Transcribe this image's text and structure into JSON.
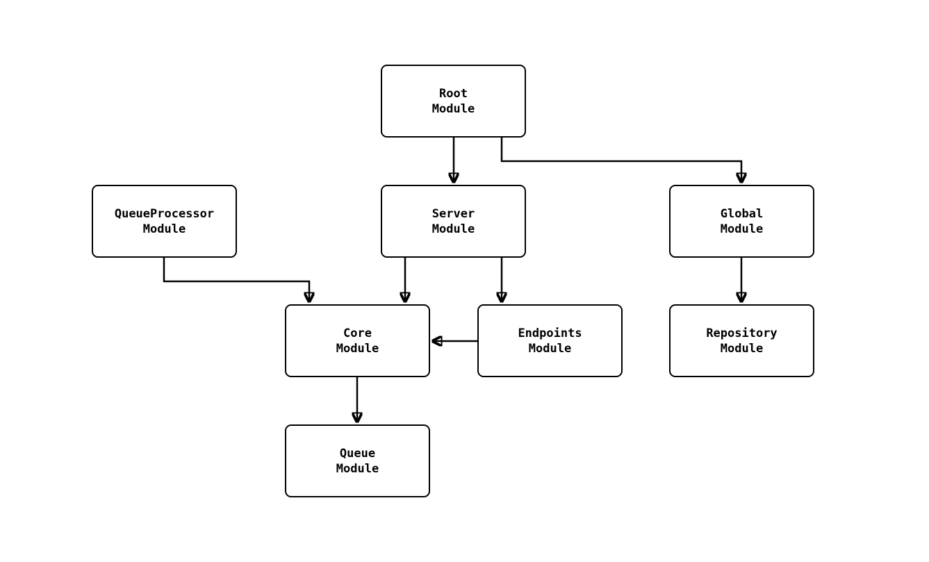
{
  "diagram": {
    "type": "module-dependency-graph",
    "nodes": {
      "root": {
        "label": "Root\nModule"
      },
      "server": {
        "label": "Server\nModule"
      },
      "global": {
        "label": "Global\nModule"
      },
      "queue_processor": {
        "label": "QueueProcessor\nModule"
      },
      "core": {
        "label": "Core\nModule"
      },
      "endpoints": {
        "label": "Endpoints\nModule"
      },
      "repository": {
        "label": "Repository\nModule"
      },
      "queue": {
        "label": "Queue\nModule"
      }
    },
    "edges": [
      {
        "from": "Root Module",
        "to": "Server Module"
      },
      {
        "from": "Root Module",
        "to": "Global Module"
      },
      {
        "from": "Server Module",
        "to": "Core Module"
      },
      {
        "from": "Server Module",
        "to": "Endpoints Module"
      },
      {
        "from": "QueueProcessor Module",
        "to": "Core Module"
      },
      {
        "from": "Endpoints Module",
        "to": "Core Module"
      },
      {
        "from": "Global Module",
        "to": "Repository Module"
      },
      {
        "from": "Core Module",
        "to": "Queue Module"
      }
    ],
    "line_color": "#000000",
    "node_fill": "#ffffff"
  }
}
